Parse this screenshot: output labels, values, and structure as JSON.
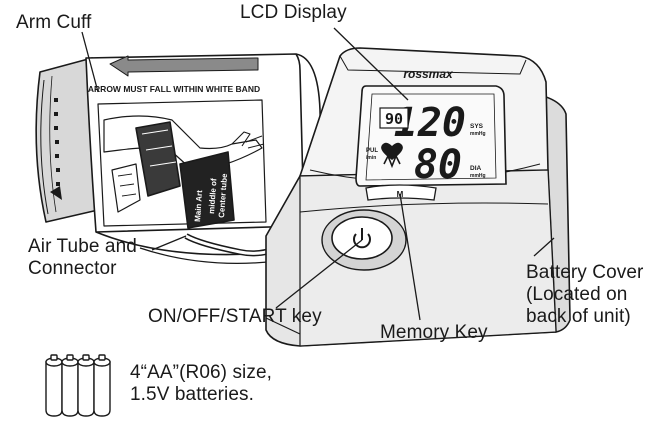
{
  "labels": {
    "arm_cuff": "Arm Cuff",
    "lcd_display": "LCD Display",
    "air_tube_line1": "Air Tube and",
    "air_tube_line2": "Connector",
    "on_off_start": "ON/OFF/START key",
    "memory_key": "Memory Key",
    "battery_cover_line1": "Battery Cover",
    "battery_cover_line2": "(Located on",
    "battery_cover_line3": "back of unit)",
    "batteries_line1": "4“AA”(R06) size,",
    "batteries_line2": "1.5V batteries."
  },
  "device": {
    "brand": "rossmax",
    "cuff_instruction": "ARROW MUST FALL WITHIN WHITE BAND",
    "cuff_side_text_1": "Center tube",
    "cuff_side_text_2": "middle of",
    "cuff_side_text_3": "Main Art",
    "lcd": {
      "systolic": "120",
      "diastolic": "80",
      "pulse": "90",
      "sys_label": "SYS",
      "sys_unit": "mmHg",
      "dia_label": "DIA",
      "dia_unit": "mmHg",
      "pul_label": "PUL",
      "pul_unit": "/min"
    },
    "memory_key_text": "M"
  },
  "colors": {
    "line": "#1a1a1a",
    "body_shade": "#e9e9e9",
    "device_top": "#f4f4f4",
    "lcd_face": "#fafafa"
  },
  "icons": [
    "power-icon",
    "heart-icon",
    "battery-icon"
  ]
}
